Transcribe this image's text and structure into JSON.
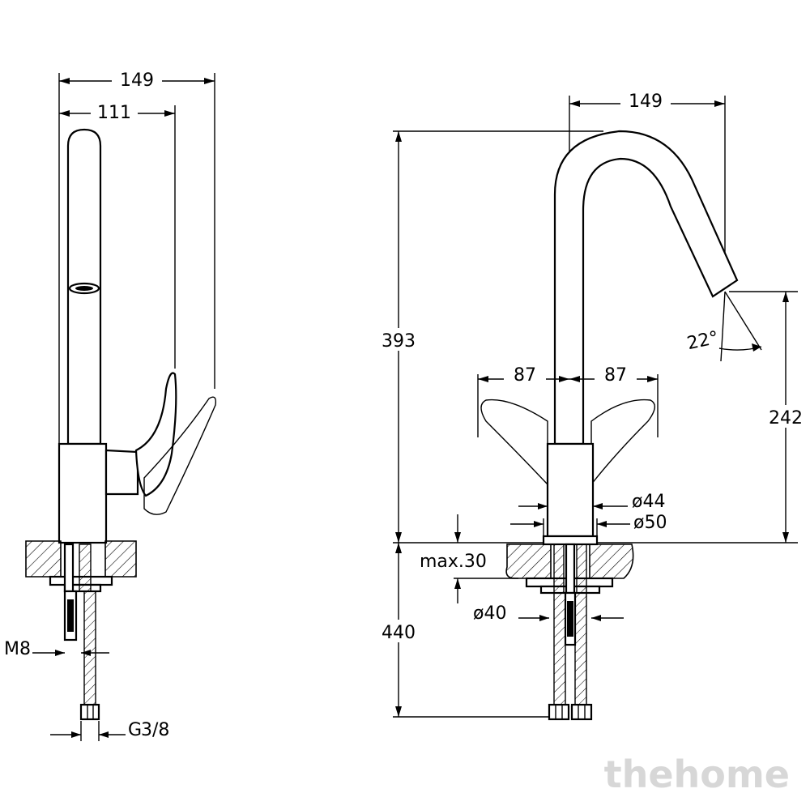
{
  "side_view": {
    "dim_overall_width": "149",
    "dim_spout_reach": "111",
    "label_thread_m8": "M8",
    "label_connection_g": "G",
    "label_connection_frac": "3/8"
  },
  "front_view": {
    "dim_spout_reach": "149",
    "dim_total_height": "393",
    "dim_outlet_height": "242",
    "dim_lever_left": "87",
    "dim_lever_right": "87",
    "dim_spray_angle": "22°",
    "dim_body_diameter": "ø44",
    "dim_base_diameter": "ø50",
    "dim_max_thickness": "max.30",
    "dim_hole_diameter": "ø40",
    "dim_hose_length": "440"
  },
  "watermark": "thehome"
}
